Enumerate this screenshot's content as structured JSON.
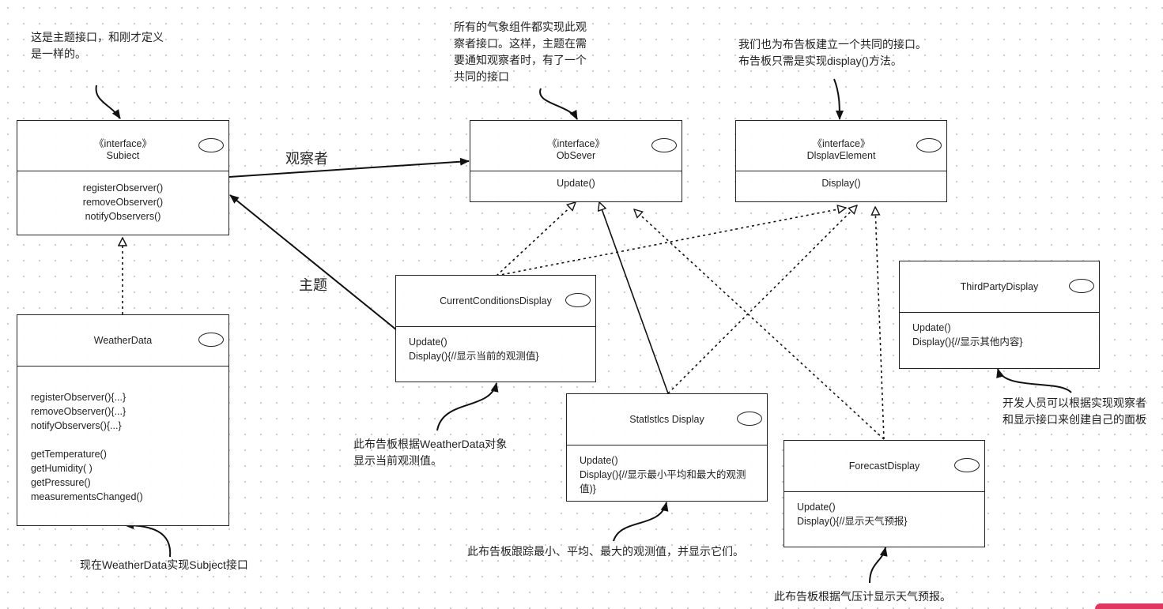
{
  "labels": {
    "observer": "观察者",
    "subject": "主题"
  },
  "notes": {
    "subject_interface": "这是主题接口，和刚才定义是一样的。",
    "observer_interface": "所有的气象组件都实现此观察者接口。这样，主题在需要通知观察者时，有了一个共同的接口",
    "display_interface": [
      "我们也为布告板建立一个共同的接口。",
      "布告板只需是实现display()方法。"
    ],
    "current_display": [
      "此布告板根据WeatherData对象",
      "显示当前观测值。"
    ],
    "statistics_display": "此布告板跟踪最小、平均、最大的观测值，并显示它们。",
    "forecast_display": "此布告板根据气压计显示天气预报。",
    "third_party": "开发人员可以根据实现观察者和显示接口来创建自己的面板",
    "weather_data": "现在WeatherData实现Subject接口"
  },
  "classes": {
    "subject": {
      "stereotype": "《interface》",
      "name": "Subiect",
      "methods": [
        "registerObserver()",
        "removeObserver()",
        "notifyObservers()"
      ]
    },
    "observer": {
      "stereotype": "《interface》",
      "name": "ObSever",
      "methods": [
        "Update()"
      ]
    },
    "display_element": {
      "stereotype": "《interface》",
      "name": "DlsplavElement",
      "methods": [
        "Display()"
      ]
    },
    "weather_data": {
      "name": "WeatherData",
      "methods": [
        "registerObserver(){...}",
        "removeObserver(){...}",
        "notifyObservers(){...}",
        "getTemperature()",
        "getHumidity( )",
        "getPressure()",
        "measurementsChanged()"
      ]
    },
    "current_conditions": {
      "name": "CurrentConditionsDisplay",
      "methods": [
        "Update()",
        "Display(){//显示当前的观测值}"
      ]
    },
    "statistics": {
      "name": "Statlstlcs Display",
      "methods": [
        "Update()",
        "Display(){//显示最小平均和最大的观测",
        "值)}"
      ]
    },
    "forecast": {
      "name": "ForecastDisplay",
      "methods": [
        "Update()",
        "Display(){//显示天气预报}"
      ]
    },
    "third_party": {
      "name": "ThirdPartyDisplay",
      "methods": [
        "Update()",
        "Display(){//显示其他内容}"
      ]
    }
  }
}
